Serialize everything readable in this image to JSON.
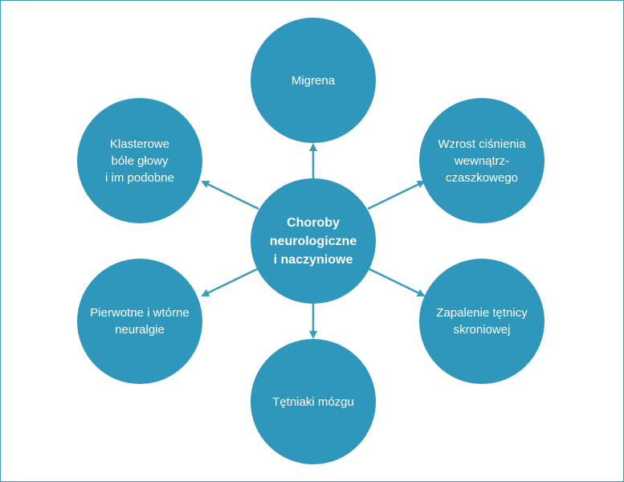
{
  "colors": {
    "node": "#2f97bb",
    "arrow": "#3a9bbd",
    "text": "#ffffff",
    "border": "#3a9bbd"
  },
  "center": {
    "label": "Choroby\nneurologiczne\ni naczyniowe"
  },
  "nodes": {
    "top": {
      "label": "Migrena"
    },
    "top_right": {
      "label": "Wzrost ciśnienia\nwewnątrz-\nczaszkowego"
    },
    "bottom_right": {
      "label": "Zapalenie tętnicy\nskroniowej"
    },
    "bottom": {
      "label": "Tętniaki mózgu"
    },
    "bottom_left": {
      "label": "Pierwotne i wtórne\nneuralgie"
    },
    "top_left": {
      "label": "Klasterowe\nbóle głowy\ni im podobne"
    }
  }
}
